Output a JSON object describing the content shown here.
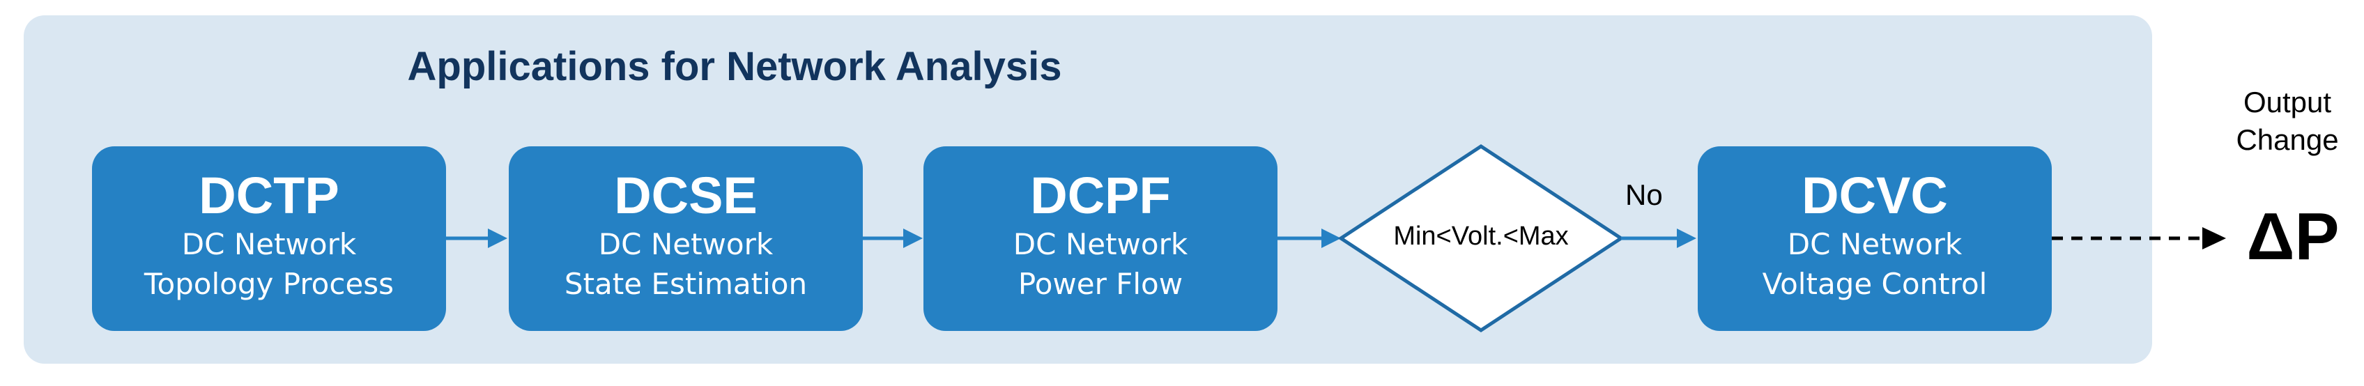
{
  "title": "Applications for Network Analysis",
  "boxes": [
    {
      "abbr": "DCTP",
      "line1": "DC Network",
      "line2": "Topology Process"
    },
    {
      "abbr": "DCSE",
      "line1": "DC Network",
      "line2": "State Estimation"
    },
    {
      "abbr": "DCPF",
      "line1": "DC Network",
      "line2": "Power Flow"
    },
    {
      "abbr": "DCVC",
      "line1": "DC Network",
      "line2": "Voltage Control"
    }
  ],
  "decision": {
    "condition": "Min<Volt.<Max",
    "branch_label": "No"
  },
  "output": {
    "line1": "Output",
    "line2": "Change",
    "symbol": "ΔP"
  },
  "colors": {
    "panel": "#dae7f2",
    "box": "#2581c4",
    "title": "#12345d",
    "connector": "#2581c4",
    "decision_stroke": "#1f6aa5"
  }
}
